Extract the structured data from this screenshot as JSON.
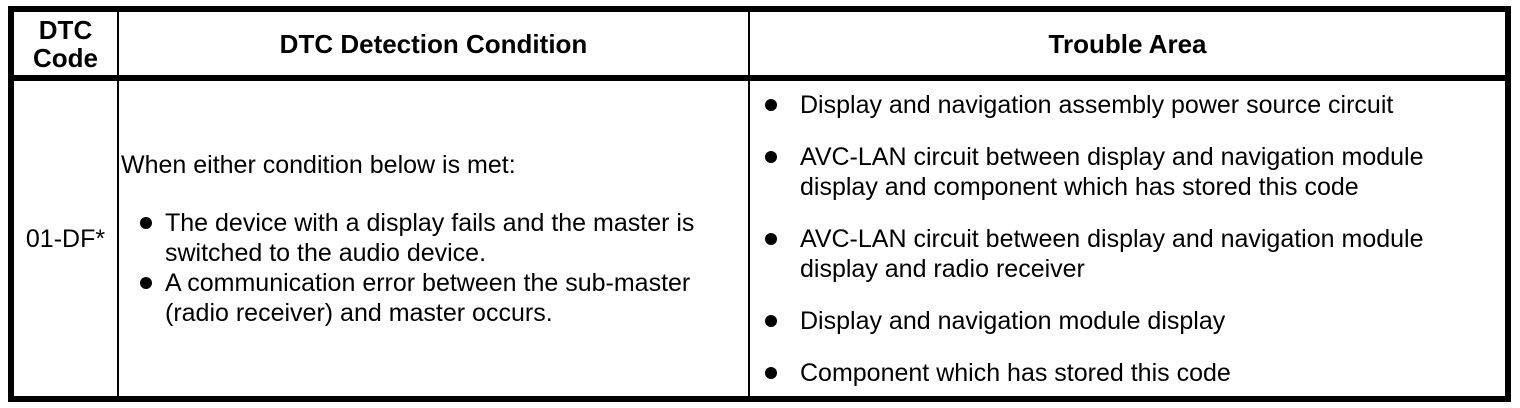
{
  "colors": {
    "text": "#000000",
    "background": "#ffffff",
    "border": "#000000"
  },
  "icons": {
    "bullet": "filled-circle"
  },
  "header": {
    "dtc_code": "DTC Code",
    "detection_condition": "DTC Detection Condition",
    "trouble_area": "Trouble Area"
  },
  "row": {
    "dtc_code": "01-DF*",
    "detection_condition": {
      "intro": "When either condition below is met:",
      "conditions": [
        "The device with a display fails and the master is switched to the audio device.",
        "A communication error between the sub-master (radio receiver) and master occurs."
      ]
    },
    "trouble_areas": [
      "Display and navigation assembly power source circuit",
      "AVC-LAN circuit between display and navigation module display and component which has stored this code",
      "AVC-LAN circuit between display and navigation module display and radio receiver",
      "Display and navigation module display",
      "Component which has stored this code"
    ]
  }
}
